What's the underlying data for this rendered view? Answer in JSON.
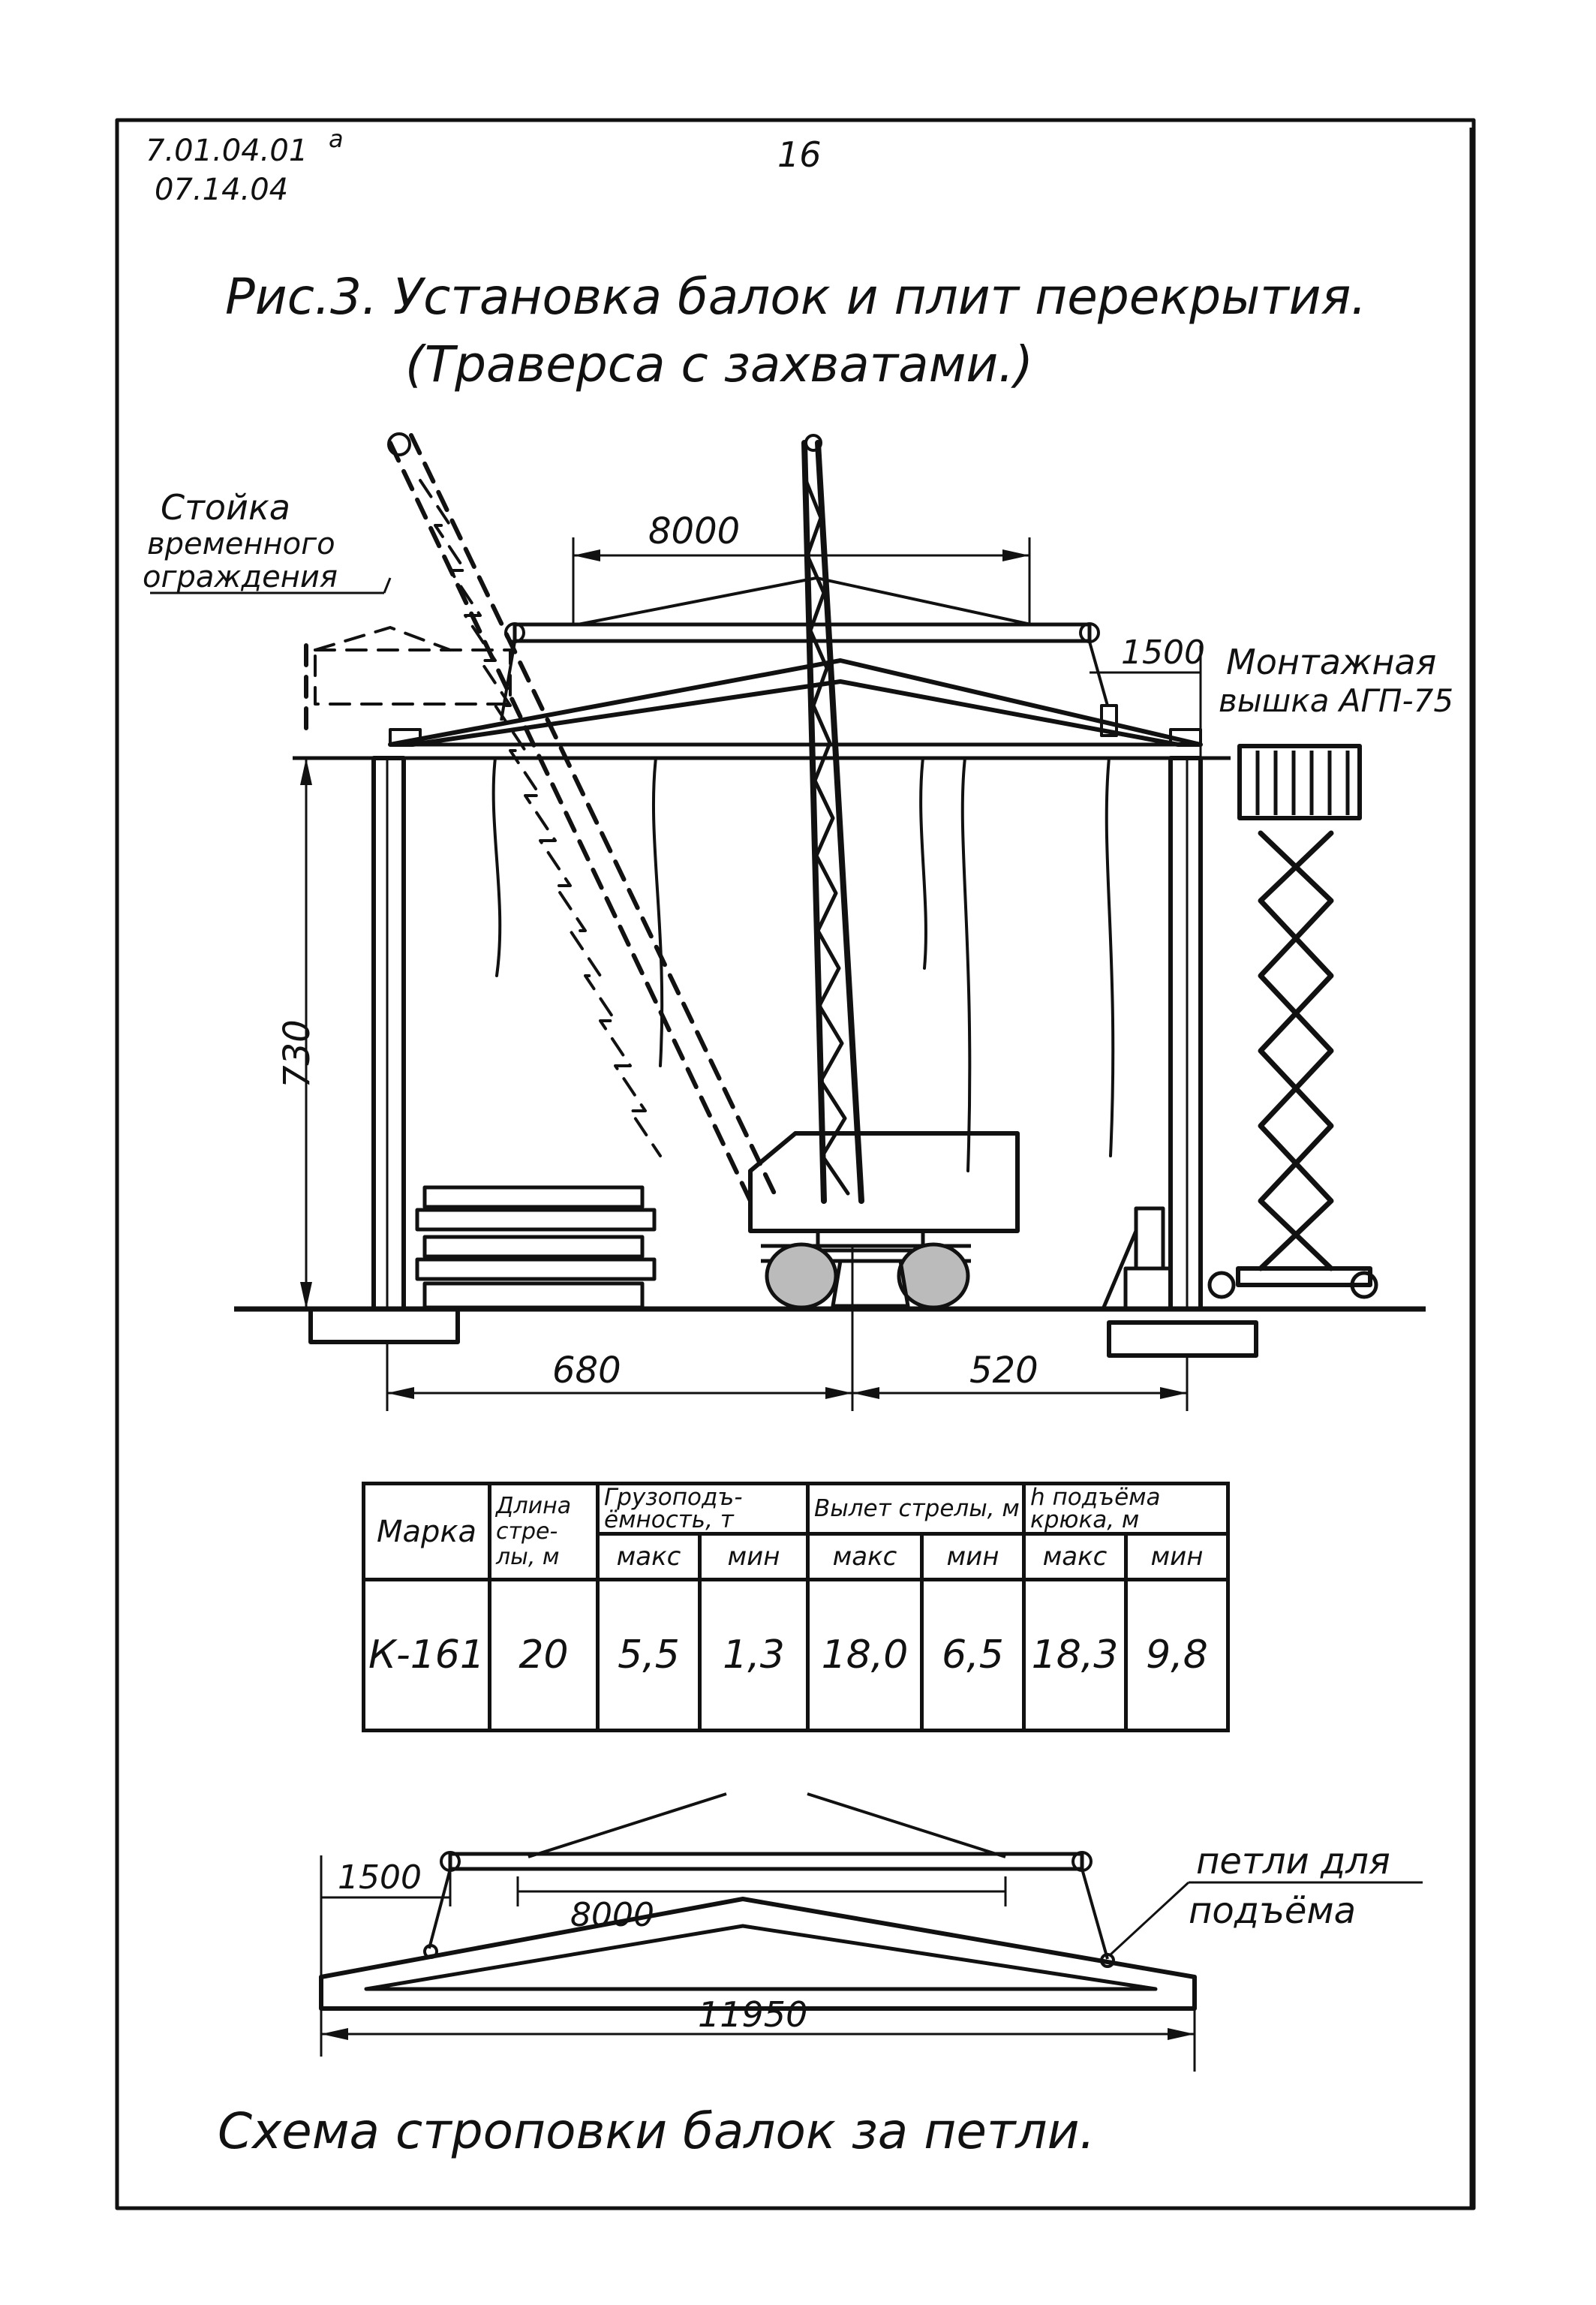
{
  "header": {
    "doc_code": "7.01.04.01",
    "doc_code_suffix": "a",
    "date": "07.14.04",
    "page_number": "16"
  },
  "figure": {
    "title": "Рис.3. Установка балок и плит перекрытия.",
    "subtitle": "(Траверса с захватами.)"
  },
  "labels": {
    "temp_fence_post_line1": "Стойка",
    "temp_fence_post_line2": "временного",
    "temp_fence_post_line3": "ограждения",
    "mounting_tower_line1": "Монтажная",
    "mounting_tower_line2": "вышка АГП-75",
    "dim_top_span": "8000",
    "dim_top_offset": "1500",
    "dim_height": "730",
    "dim_left": "680",
    "dim_right": "520"
  },
  "table": {
    "headers": {
      "mark": "Марка",
      "boom_length": [
        "Длина",
        "стре-",
        "лы, м"
      ],
      "capacity": "Грузоподъ-ёмность, т",
      "reach": "Вылет стрелы, м",
      "hook_height": "h подъёма крюка, м",
      "max": "макс",
      "min": "мин"
    },
    "row": {
      "mark": "К-161",
      "boom_length": "20",
      "capacity_max": "5,5",
      "capacity_min": "1,3",
      "reach_max": "18,0",
      "reach_min": "6,5",
      "hook_max": "18,3",
      "hook_min": "9,8"
    }
  },
  "scheme": {
    "dim_offset": "1500",
    "dim_span": "8000",
    "dim_length": "11950",
    "loops_label_line1": "петли для",
    "loops_label_line2": "подъёма",
    "caption": "Схема строповки балок за петли."
  }
}
